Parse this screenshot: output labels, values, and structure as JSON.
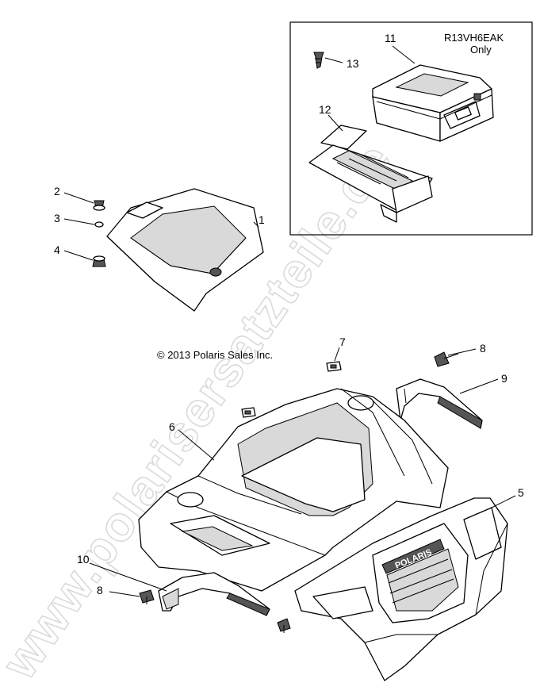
{
  "watermark": "www.polarisersatzteile.de",
  "copyright": "© 2013 Polaris Sales Inc.",
  "inset_note_line1": "R13VH6EAK",
  "inset_note_line2": "Only",
  "brand_on_part": "POLARIS",
  "callouts": {
    "c1": "1",
    "c2": "2",
    "c3": "3",
    "c4": "4",
    "c5": "5",
    "c6": "6",
    "c7": "7",
    "c8a": "8",
    "c8b": "8",
    "c9": "9",
    "c10": "10",
    "c11": "11",
    "c12": "12",
    "c13": "13"
  }
}
